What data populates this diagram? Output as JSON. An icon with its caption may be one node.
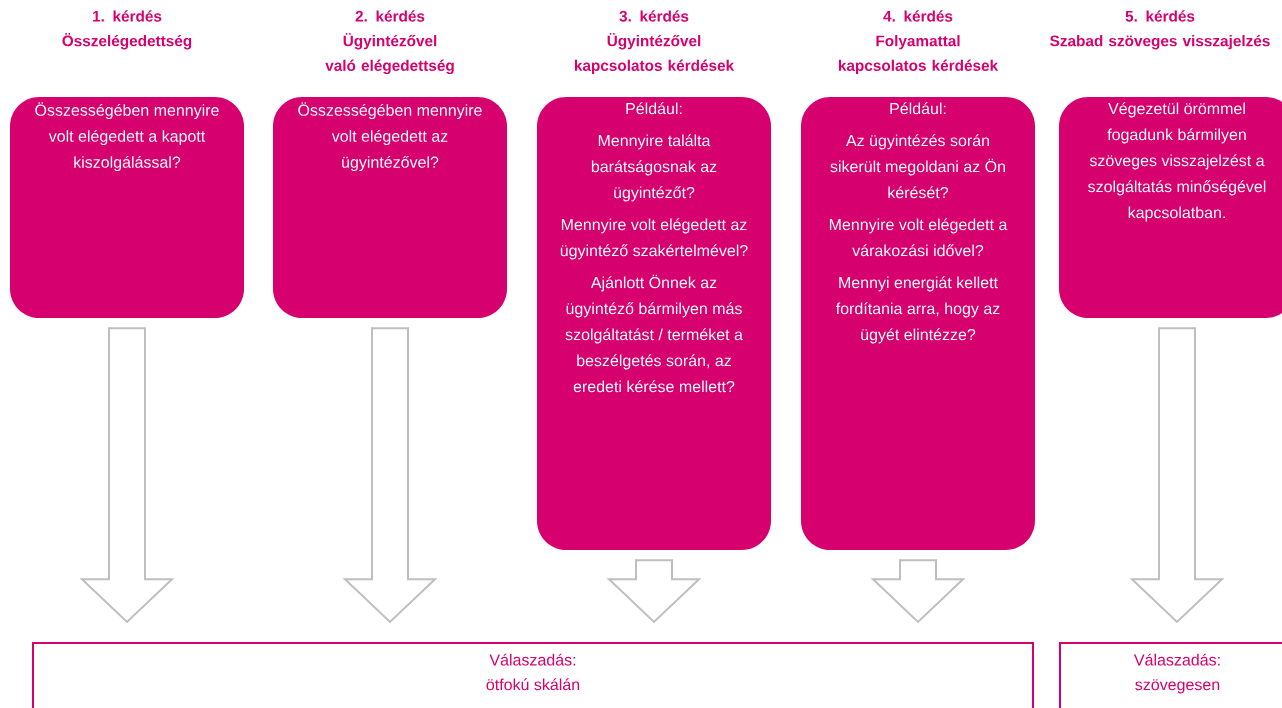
{
  "diagram": {
    "nodes": [
      {
        "text": [
          "1. kérdés",
          "Összelégedettség",
          "Összességében mennyire volt elégedett a kapott kiszolgálással?"
        ]
      },
      {
        "text": [
          "2. kérdés",
          "Ügyintézővel való elégedettség",
          "Összességében mennyire volt elégedett az ügyintézővel?"
        ]
      },
      {
        "text": [
          "3. kérdés",
          "Ügyintézővel kapcsolatos kérdések",
          "Például:",
          "Mennyire találta barátságosnak az ügyintézőt?",
          "Mennyire volt elégedett az ügyintéző szakértelmével?",
          "Ajánlott Önnek az ügyintéző bármilyen más szolgáltatást / terméket a beszélgetés során, az eredeti kérése mellett?"
        ]
      },
      {
        "text": [
          "4. kérdés",
          "Folyamattal kapcsolatos kérdések",
          "Például:",
          "Az ügyintézés során sikerült megoldani az Ön kérését?",
          "Mennyire volt elégedett a várakozási idővel?",
          "Mennyi energiát kellett fordítania arra, hogy az ügyét elintézze?"
        ]
      },
      {
        "text": [
          "5. kérdés",
          "Szabad szöveges visszajelzés",
          "Végezetül örömmel fogadunk bármilyen szöveges visszajelzést a szolgáltatás minőségével kapcsolatban."
        ]
      },
      {
        "text": [
          "Válaszadás:",
          "ötfokú skálán"
        ]
      },
      {
        "text": [
          "Válaszadás:",
          "szövegesen"
        ]
      }
    ],
    "edges": [
      {
        "from": 0,
        "to": 5,
        "arrow": "to"
      },
      {
        "from": 1,
        "to": 5,
        "arrow": "to"
      },
      {
        "from": 2,
        "to": 5,
        "arrow": "to"
      },
      {
        "from": 3,
        "to": 5,
        "arrow": "to"
      },
      {
        "from": 4,
        "to": 6,
        "arrow": "to"
      }
    ]
  }
}
